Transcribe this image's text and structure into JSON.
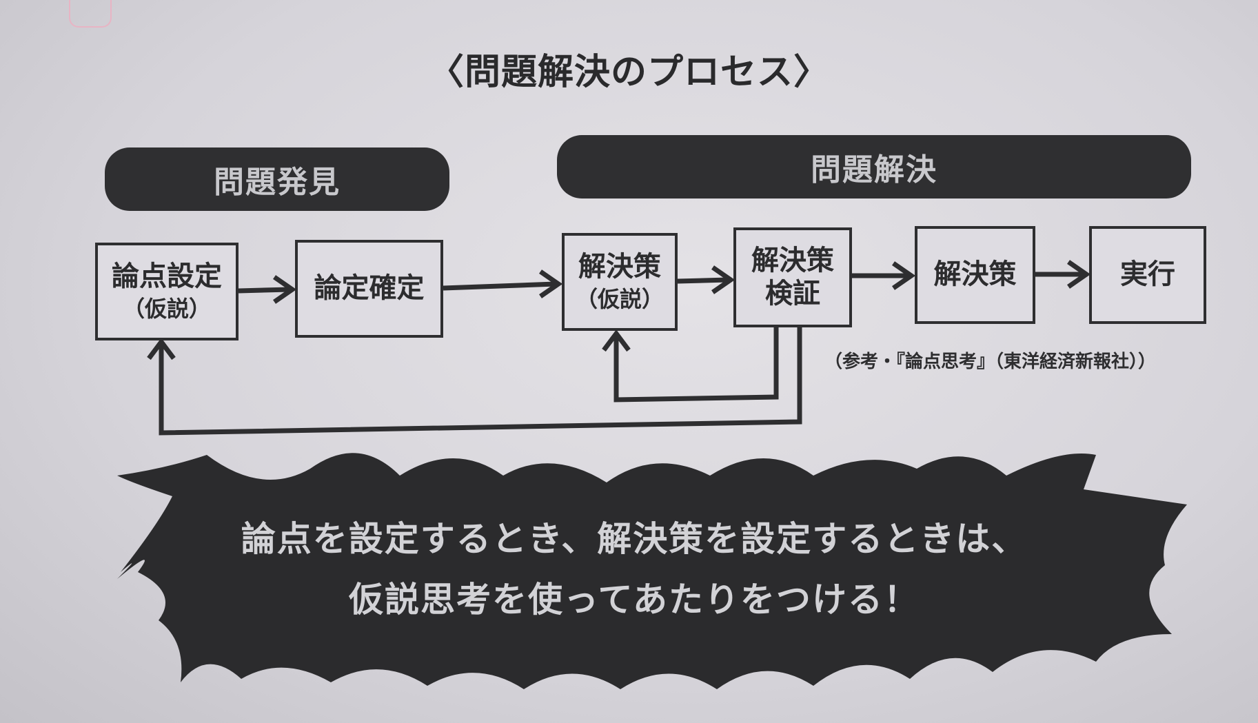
{
  "title": "〈問題解決のプロセス〉",
  "phases": {
    "discovery": "問題発見",
    "solution": "問題解決"
  },
  "steps": [
    {
      "main": "論点設定",
      "sub": "（仮説）"
    },
    {
      "main": "論定確定",
      "sub": ""
    },
    {
      "main": "解決策",
      "sub": "（仮説）"
    },
    {
      "main": "解決策\n検証",
      "sub": ""
    },
    {
      "main": "解決策",
      "sub": ""
    },
    {
      "main": "実行",
      "sub": ""
    }
  ],
  "citation": "（参考・『論点思考』（東洋経済新報社））",
  "callout": {
    "line1": "論点を設定するとき、解決策を設定するときは、",
    "line2": "仮説思考を使ってあたりをつける！"
  }
}
